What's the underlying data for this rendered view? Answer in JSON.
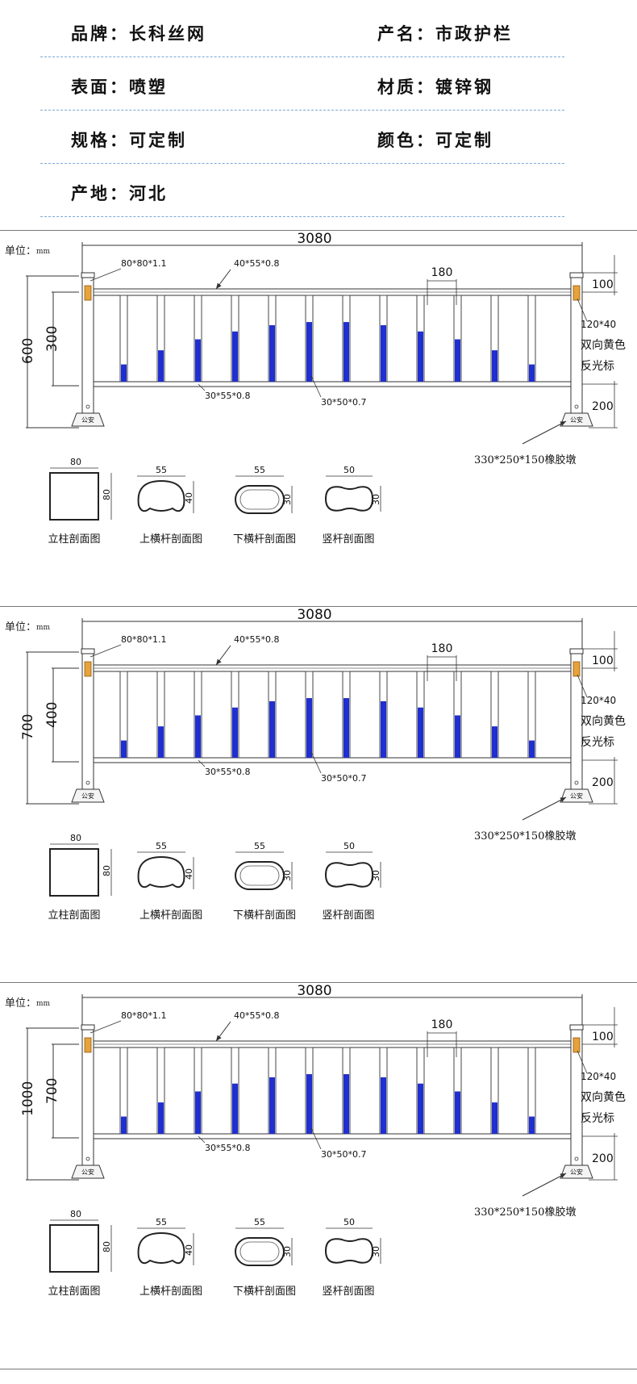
{
  "specs": [
    {
      "left": "品牌：长科丝网",
      "right": "产名：市政护栏"
    },
    {
      "left": "表面：喷塑",
      "right": "材质：镀锌钢"
    },
    {
      "left": "规格：可定制",
      "right": "颜色：可定制"
    },
    {
      "left": "产地：河北",
      "right": ""
    }
  ],
  "common": {
    "unit": "单位：",
    "unit_mm": "mm",
    "total_width": "3080",
    "post_spec": "80*80*1.1",
    "top_rail_spec": "40*55*0.8",
    "bottom_rail_spec": "30*55*0.8",
    "picket_spec": "30*50*0.7",
    "picket_spacing": "180",
    "top_offset": "100",
    "bottom_offset": "200",
    "reflector_size": "120*40",
    "reflector_line1": "双向黄色",
    "reflector_line2": "反光标",
    "base_spec": "330*250*150橡胶墩",
    "base_label": "公安",
    "sections": [
      {
        "w": "80",
        "h": "80",
        "caption": "立柱剖面图"
      },
      {
        "w": "55",
        "h": "40",
        "caption": "上横杆剖面图"
      },
      {
        "w": "55",
        "h": "30",
        "caption": "下横杆剖面图"
      },
      {
        "w": "50",
        "h": "30",
        "caption": "竖杆剖面图"
      }
    ],
    "blue_color": "#1f2fd0",
    "post_reflector_color": "#e8a23a"
  },
  "panels": [
    {
      "overall_height": "600",
      "fence_height": "300"
    },
    {
      "overall_height": "700",
      "fence_height": "400"
    },
    {
      "overall_height": "1000",
      "fence_height": "700"
    }
  ]
}
